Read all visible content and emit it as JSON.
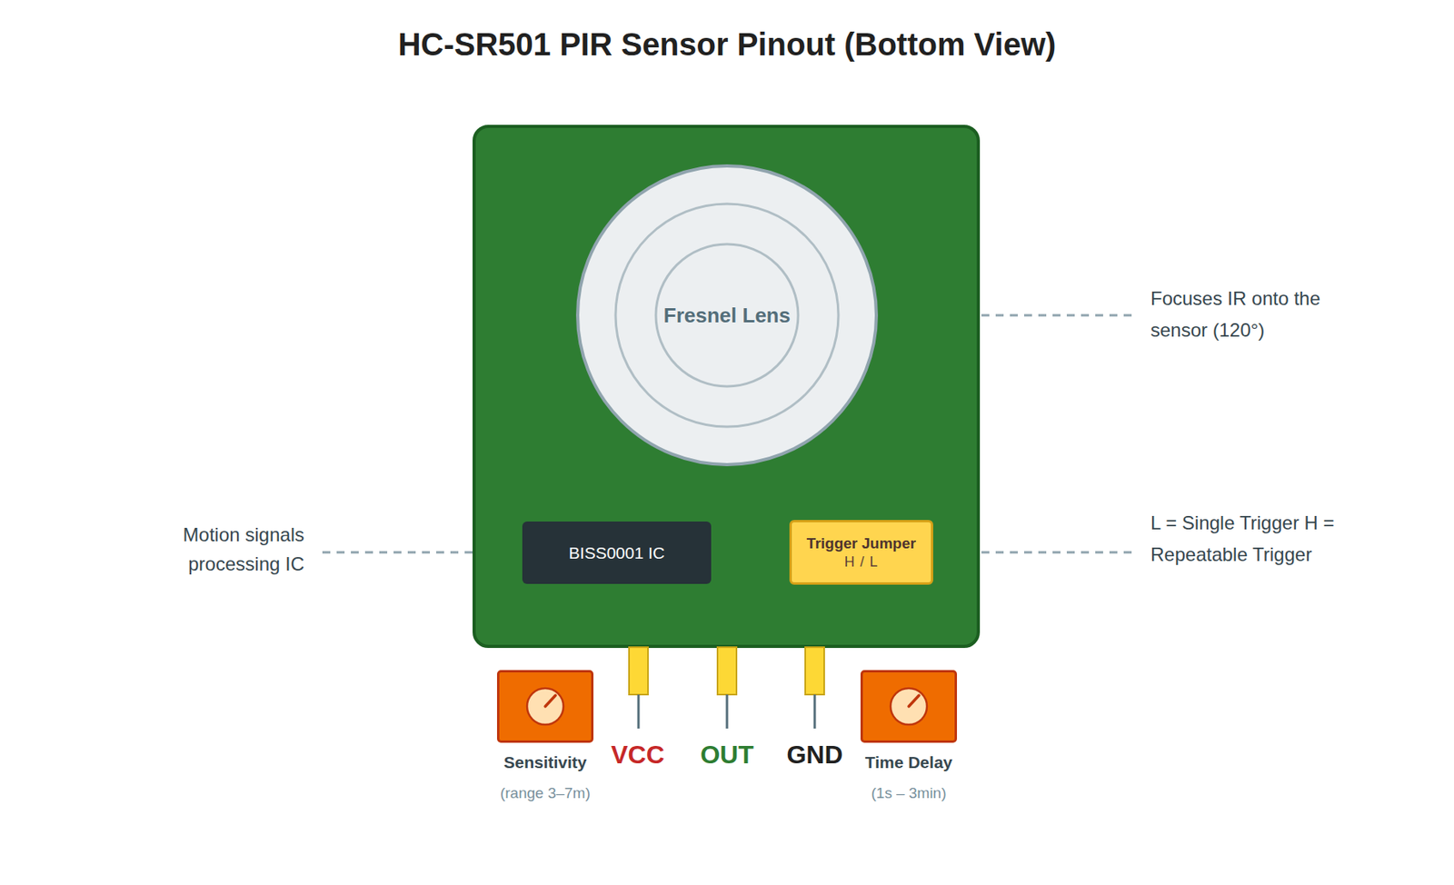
{
  "diagram": {
    "title": "HC-SR501 PIR Sensor Pinout (Bottom View)",
    "nodes": [
      {
        "text": [
          "Fresnel Lens"
        ]
      },
      {
        "text": [
          "BISS0001 IC"
        ]
      },
      {
        "text": [
          "Trigger Jumper",
          "H / L"
        ]
      },
      {
        "text": [
          "Sensitivity",
          "(range 3–7m)"
        ]
      },
      {
        "text": [
          "Time Delay",
          "(1s – 3min)"
        ]
      }
    ],
    "labels": [
      "Focuses IR onto the sensor (120°)",
      "Motion signals processing IC",
      "L = Single Trigger H = Repeatable Trigger",
      "VCC",
      "OUT",
      "GND"
    ]
  }
}
